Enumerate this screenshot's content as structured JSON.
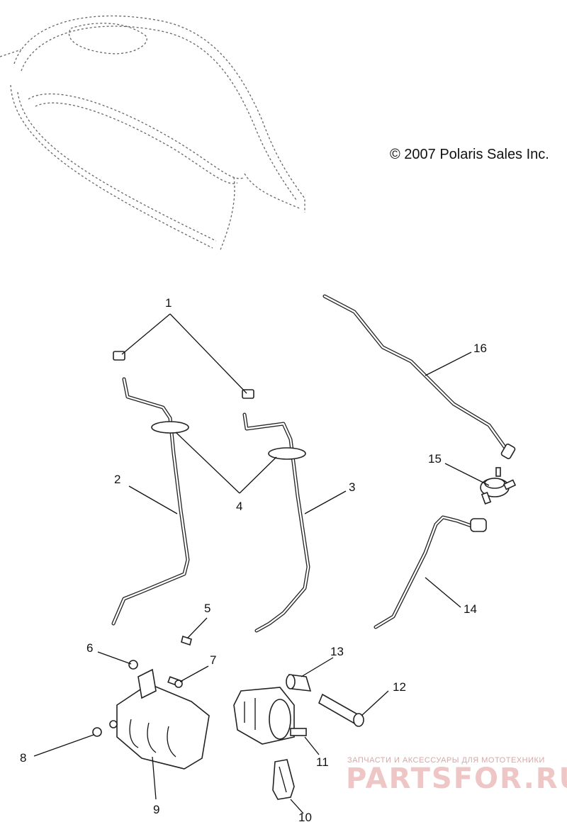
{
  "copyright": "© 2007 Polaris Sales Inc.",
  "watermark": {
    "tagline": "ЗАПЧАСТИ И АКСЕССУАРЫ ДЛЯ МОТОТЕХНИКИ",
    "brand": "PARTSFOR.RU"
  },
  "callouts": [
    "1",
    "2",
    "3",
    "4",
    "5",
    "6",
    "7",
    "8",
    "9",
    "10",
    "11",
    "12",
    "13",
    "14",
    "15",
    "16"
  ]
}
